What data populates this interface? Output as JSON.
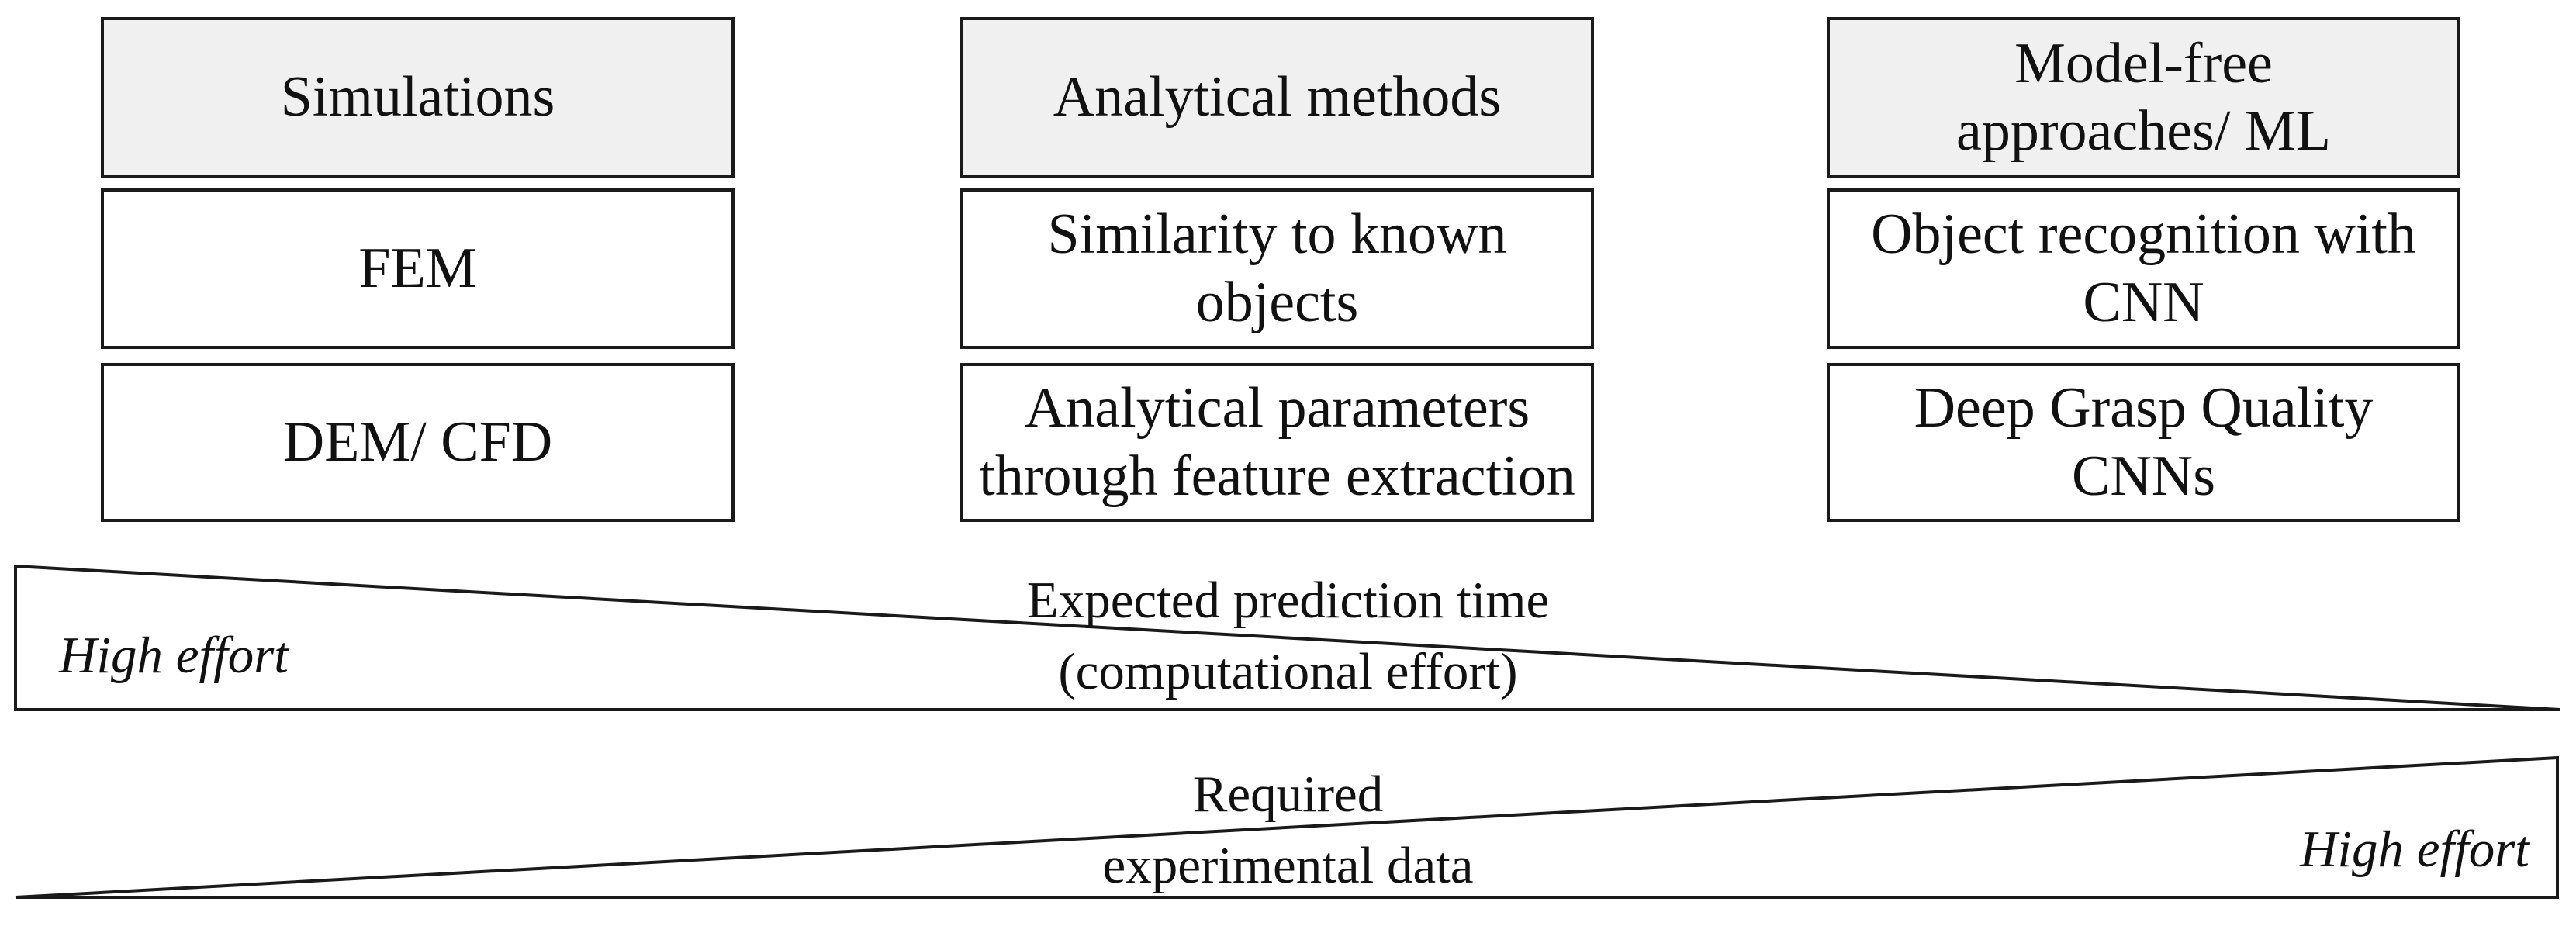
{
  "columns": [
    {
      "header": "Simulations",
      "rows": [
        "FEM",
        "DEM/ CFD"
      ]
    },
    {
      "header": "Analytical methods",
      "rows": [
        "Similarity to known\nobjects",
        "Analytical parameters\nthrough feature extraction"
      ]
    },
    {
      "header": "Model-free\napproaches/ ML",
      "rows": [
        "Object recognition with\nCNN",
        "Deep Grasp Quality\nCNNs"
      ]
    }
  ],
  "triangles": {
    "prediction_time": {
      "line1": "Expected prediction time",
      "line2": "(computational effort)",
      "left_label": "High effort",
      "direction": "high-on-left"
    },
    "experimental_data": {
      "line1": "Required",
      "line2": "experimental data",
      "right_label": "High effort",
      "direction": "high-on-right"
    }
  },
  "colors": {
    "header_fill": "#f0f0f0",
    "box_fill": "#ffffff",
    "border": "#1a1a1a",
    "text": "#111111"
  }
}
